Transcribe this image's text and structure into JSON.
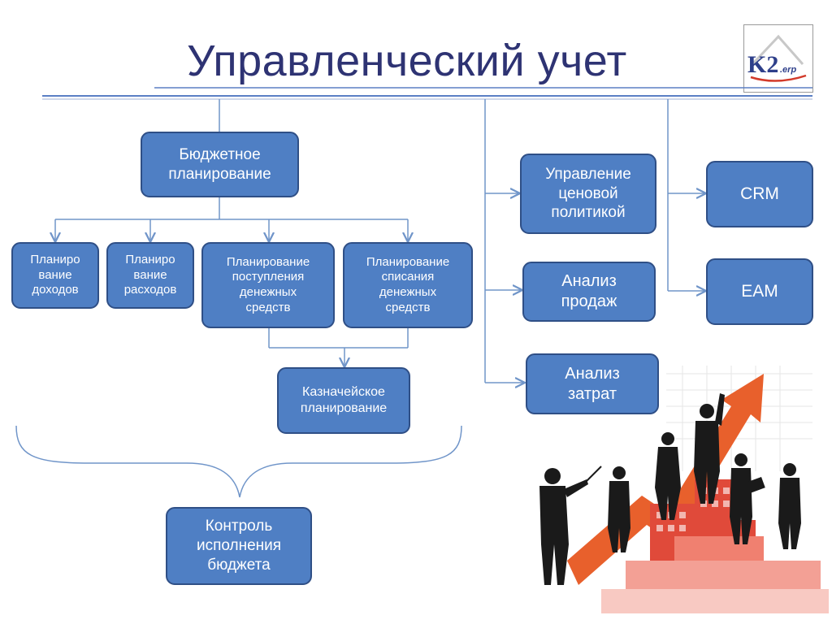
{
  "slide": {
    "title": "Управленческий учет",
    "logo": {
      "main": "K2",
      "sub": ".erp"
    }
  },
  "diagram": {
    "budget_planning": "Бюджетное\nпланирование",
    "income_planning": "Планиро\nвание\nдоходов",
    "expense_planning": "Планиро\nвание\nрасходов",
    "cash_inflow_planning": "Планирование\nпоступления\nденежных\nсредств",
    "cash_outflow_planning": "Планирование\nсписания\nденежных\nсредств",
    "treasury_planning": "Казначейское\nпланирование",
    "budget_control": "Контроль\nисполнения\nбюджета",
    "pricing_policy": "Управление\nценовой\nполитикой",
    "sales_analysis": "Анализ\nпродаж",
    "cost_analysis": "Анализ\nзатрат",
    "crm": "CRM",
    "eam": "EAM"
  },
  "colors": {
    "box_fill": "#4f7fc4",
    "box_border": "#2f4f86",
    "connector": "#7095c9",
    "title": "#2e3373",
    "accent_arrow": "#e8602c"
  }
}
